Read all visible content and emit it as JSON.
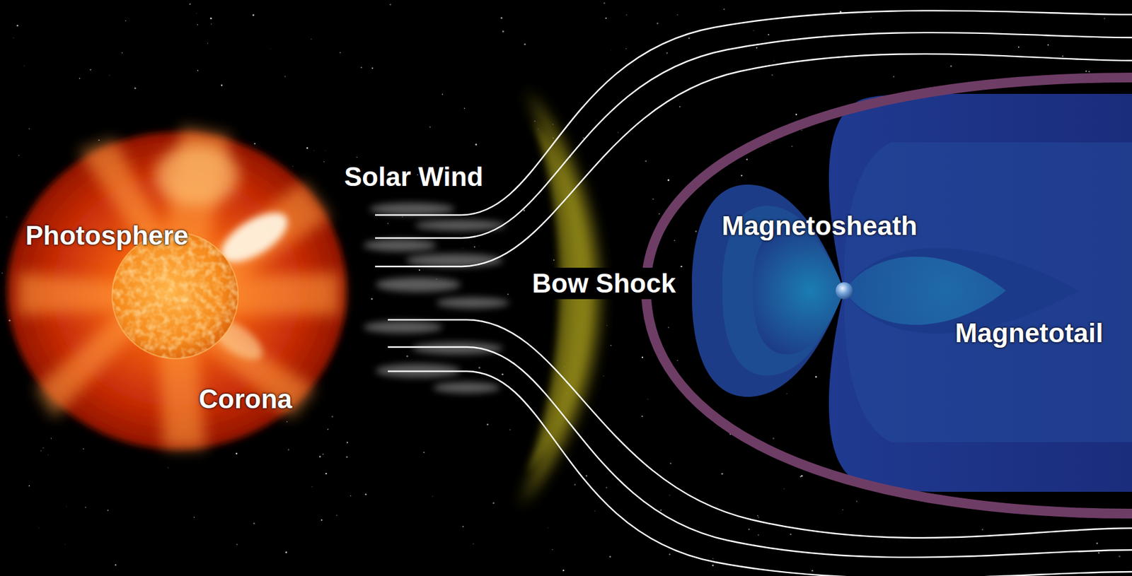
{
  "diagram": {
    "labels": [
      "Solar Wind",
      "Photosphere",
      "Magnetosheath",
      "Bow Shock",
      "Magnetotail",
      "Corona"
    ]
  }
}
